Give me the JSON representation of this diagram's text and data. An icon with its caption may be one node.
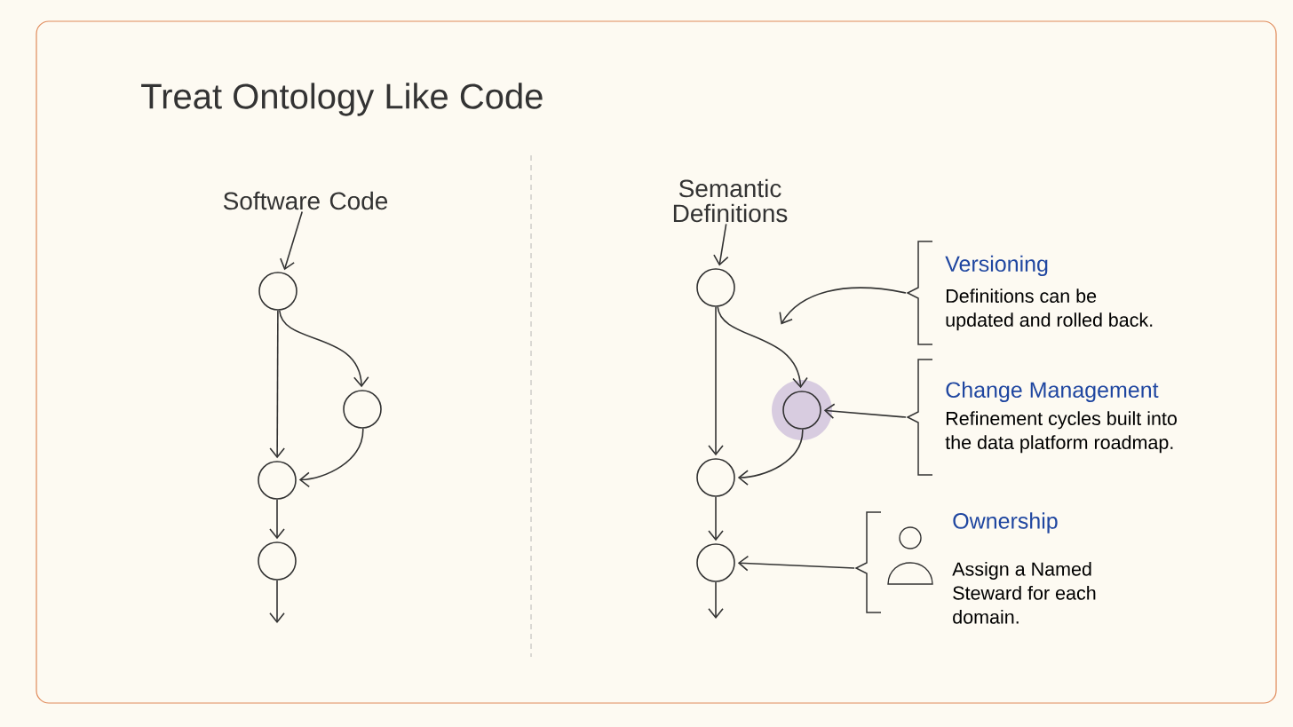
{
  "diagram": {
    "title": "Treat Ontology Like Code",
    "nodes": [
      {
        "text": [
          "Software Code"
        ]
      },
      {
        "text": [],
        "shape": "circle"
      },
      {
        "text": [],
        "shape": "circle"
      },
      {
        "text": [],
        "shape": "circle"
      },
      {
        "text": [],
        "shape": "circle"
      },
      {
        "text": [
          "Semantic Definitions"
        ]
      },
      {
        "text": [],
        "shape": "circle"
      },
      {
        "text": [],
        "shape": "circle"
      },
      {
        "text": [],
        "shape": "circle"
      },
      {
        "text": [],
        "shape": "circle"
      },
      {
        "text": [
          "Versioning",
          "Definitions can be updated and rolled back."
        ]
      },
      {
        "text": [
          "Change Management",
          "Refinement cycles built into the data platform roadmap."
        ]
      },
      {
        "text": [
          "Ownership",
          "Assign a Named Steward for each domain."
        ]
      }
    ],
    "edges": [
      {
        "from": 0,
        "to": 1,
        "arrow": "to"
      },
      {
        "from": 1,
        "to": 3,
        "arrow": "to"
      },
      {
        "from": 1,
        "to": 2,
        "arrow": "to"
      },
      {
        "from": 2,
        "to": 3,
        "arrow": "to"
      },
      {
        "from": 3,
        "to": 4,
        "arrow": "to"
      },
      {
        "from": 4,
        "to": null,
        "arrow": "to"
      },
      {
        "from": 5,
        "to": 6,
        "arrow": "to"
      },
      {
        "from": 6,
        "to": 8,
        "arrow": "to"
      },
      {
        "from": 6,
        "to": 7,
        "arrow": "to"
      },
      {
        "from": 7,
        "to": 8,
        "arrow": "to"
      },
      {
        "from": 8,
        "to": 9,
        "arrow": "to"
      },
      {
        "from": 9,
        "to": null,
        "arrow": "to"
      },
      {
        "from": 10,
        "to": null,
        "arrow": "to"
      },
      {
        "from": 11,
        "to": 7,
        "arrow": "to"
      },
      {
        "from": 12,
        "to": 9,
        "arrow": "to"
      }
    ]
  }
}
